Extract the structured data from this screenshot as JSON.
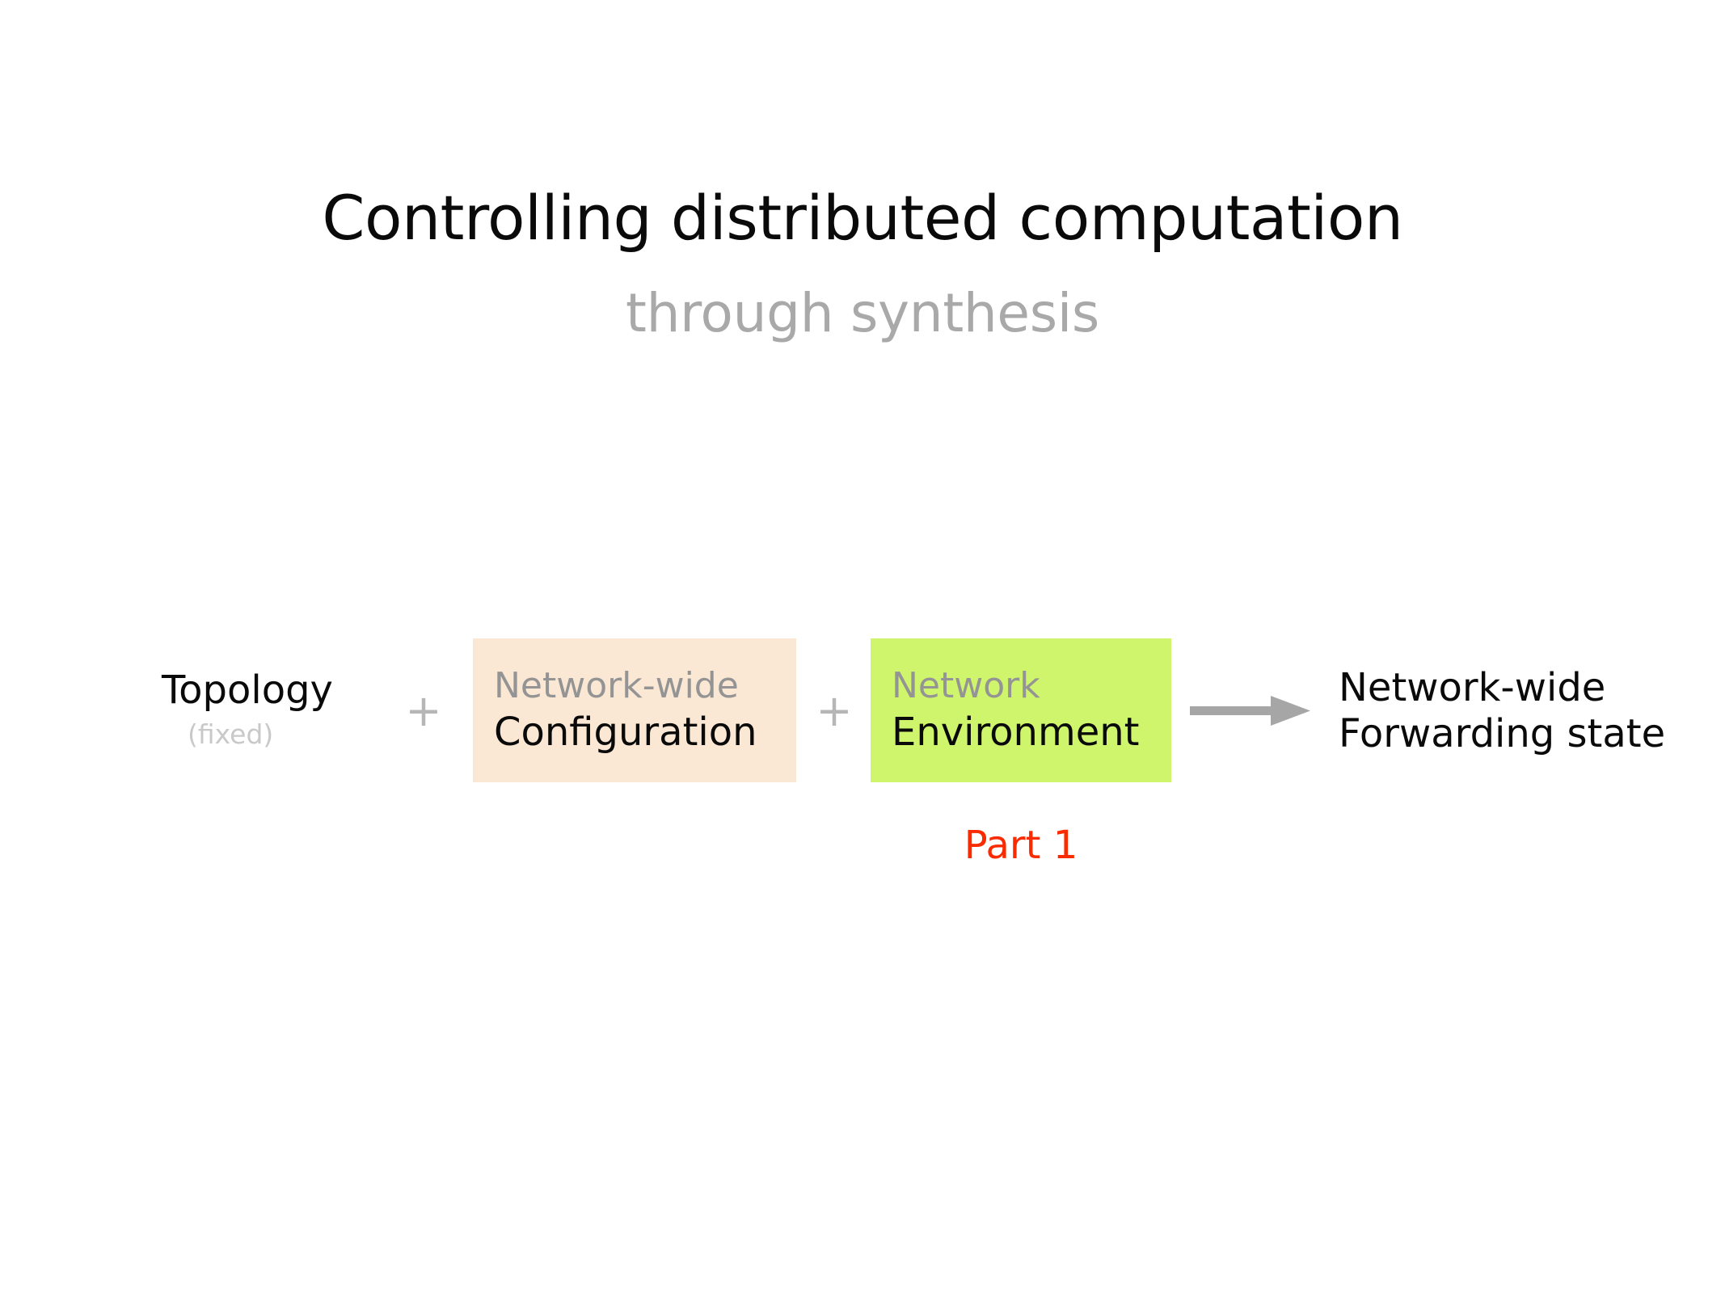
{
  "slide": {
    "title": "Controlling distributed computation",
    "subtitle": "through synthesis",
    "background_color": "#ffffff"
  },
  "formula": {
    "operator_1": "+",
    "operator_2": "+",
    "arrow_icon": "right-arrow-icon",
    "terms": [
      {
        "id": "topology",
        "main": "Topology",
        "sub": "(fixed)",
        "main_color": "#0a0a0a",
        "sub_color": "#c9c9c9",
        "boxed": false
      },
      {
        "id": "configuration",
        "sub": "Network-wide",
        "main": "Configuration",
        "sub_color": "#949494",
        "main_color": "#0a0a0a",
        "boxed": true,
        "box_color": "#fbe8d4"
      },
      {
        "id": "environment",
        "sub": "Network",
        "main": "Environment",
        "sub_color": "#949494",
        "main_color": "#0a0a0a",
        "boxed": true,
        "box_color": "#cff56c"
      },
      {
        "id": "forwarding-state",
        "line_1": "Network-wide",
        "line_2": "Forwarding state",
        "color": "#0a0a0a",
        "boxed": false
      }
    ],
    "arrow_color": "#a6a6a6",
    "operator_color": "#b6b6b6"
  },
  "annotation": {
    "part_label": "Part 1",
    "part_label_color": "#fb2b00"
  }
}
